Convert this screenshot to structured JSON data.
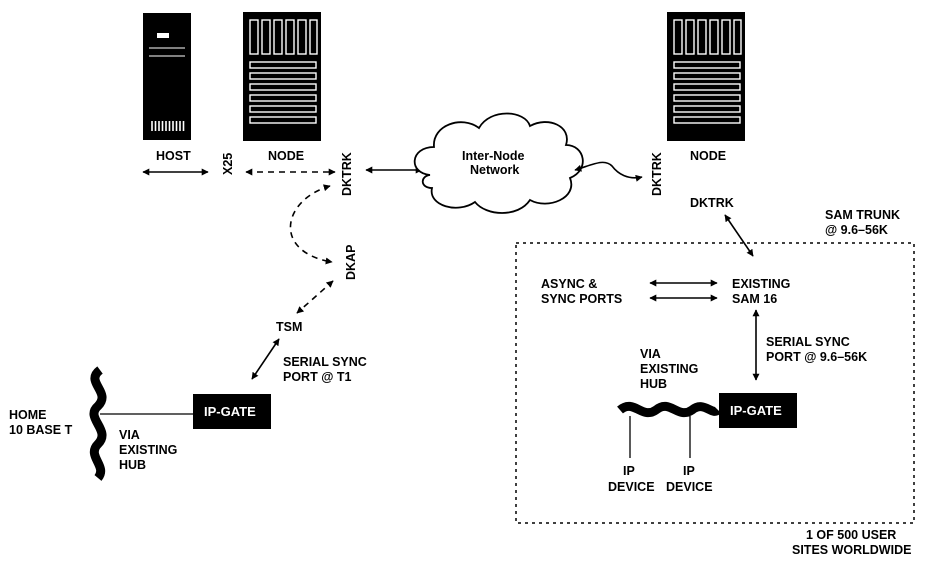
{
  "labels": {
    "host": "HOST",
    "node_left": "NODE",
    "node_right": "NODE",
    "x25": "X25",
    "dktrk_left": "DKTRK",
    "dktrk_right": "DKTRK",
    "dktrk_sam": "DKTRK",
    "dkap": "DKAP",
    "tsm": "TSM",
    "cloud_line1": "Inter-Node",
    "cloud_line2": "Network",
    "sam_trunk_line1": "SAM TRUNK",
    "sam_trunk_line2": "@ 9.6–56K",
    "async_line1": "ASYNC &",
    "async_line2": "SYNC PORTS",
    "sam16_line1": "EXISTING",
    "sam16_line2": "SAM 16",
    "serial_right_line1": "SERIAL SYNC",
    "serial_right_line2": "PORT @ 9.6–56K",
    "serial_left_line1": "SERIAL SYNC",
    "serial_left_line2": "PORT @ T1",
    "via_right_line1": "VIA",
    "via_right_line2": "EXISTING",
    "via_right_line3": "HUB",
    "via_left_line1": "VIA",
    "via_left_line2": "EXISTING",
    "via_left_line3": "HUB",
    "ipgate_left": "IP-GATE",
    "ipgate_right": "IP-GATE",
    "home_line1": "HOME",
    "home_line2": "10 BASE T",
    "ipdev1_line1": "IP",
    "ipdev1_line2": "DEVICE",
    "ipdev2_line1": "IP",
    "ipdev2_line2": "DEVICE",
    "sites_line1": "1 OF 500 USER",
    "sites_line2": "SITES WORLDWIDE"
  },
  "icons": {
    "host": "server-tower-icon",
    "node": "switch-rack-icon",
    "cloud": "cloud-icon",
    "lan": "wavy-cable-icon"
  }
}
